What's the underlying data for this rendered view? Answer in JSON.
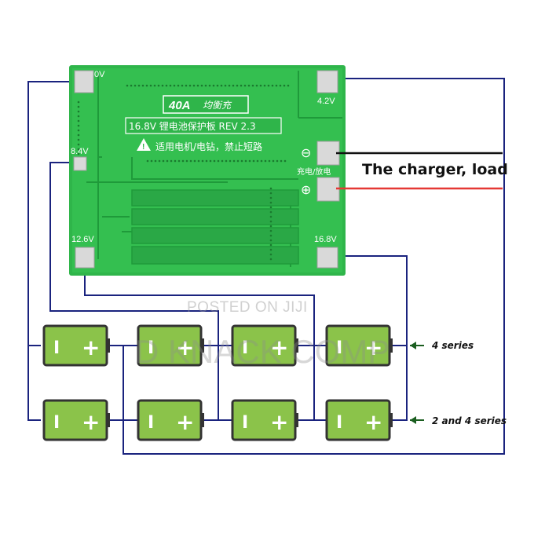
{
  "board": {
    "title_text": "40A",
    "title_cn": "均衡充",
    "rev_text": "16.8V 锂电池保护板 REV 2.3",
    "warning_text": "适用电机/电钻，禁止短路",
    "port_labels": {
      "v0": "0V",
      "v42": "4.2V",
      "v84": "8.4V",
      "v126": "12.6V",
      "v168": "16.8V"
    },
    "charge_label": "充电/放电",
    "minus_symbol": "⊖",
    "plus_symbol": "⊕"
  },
  "annotations": {
    "charger_load": "The charger, load",
    "four_series": "4 series",
    "two_four_series": "2 and 4 series"
  },
  "battery": {
    "minus_symbol": "I",
    "plus_symbol": "+"
  },
  "watermark": {
    "posted": "POSTED ON JIJI",
    "company": "D KNACK COMP"
  },
  "colors": {
    "pcb": "#2fb54a",
    "wire": "#1a237e",
    "battery": "#8bc34a",
    "charge_red": "#e53935"
  }
}
